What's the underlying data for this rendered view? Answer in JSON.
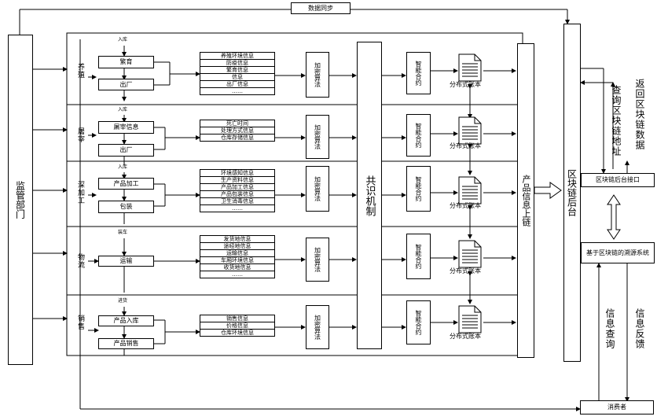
{
  "top": {
    "sync_label": "数据同步"
  },
  "left": {
    "regulator_label": "监管部门"
  },
  "stages": [
    {
      "label": "养殖",
      "flow_label": "入库",
      "steps": [
        "繁育",
        "出厂"
      ],
      "info": [
        "养殖环境信息",
        "防疫信息",
        "繁育信息",
        "信息",
        "出厂信息",
        "……"
      ]
    },
    {
      "label": "屠宰",
      "flow_label": "入库",
      "steps": [
        "屠宰信息",
        "出厂"
      ],
      "info": [
        "死亡时间",
        "处理方式信息",
        "仓库存储信息"
      ]
    },
    {
      "label": "深加工",
      "flow_label": "入库",
      "steps": [
        "产品加工",
        "包装"
      ],
      "info": [
        "环境感知信息",
        "生产资料信息",
        "产品加工信息",
        "产品包装信息",
        "卫生消毒信息",
        "……"
      ]
    },
    {
      "label": "物流",
      "flow_label": "装车",
      "steps": [
        "运输"
      ],
      "info": [
        "发货地信息",
        "途经地信息",
        "运输信息",
        "车厢环境信息",
        "收货地信息",
        "……"
      ]
    },
    {
      "label": "销售",
      "flow_label": "进货",
      "steps": [
        "产品入库",
        "产品销售"
      ],
      "info": [
        "销售信息",
        "价格信息",
        "仓库环境信息"
      ]
    }
  ],
  "encrypt_label": "加密算法",
  "consensus_label": "共识机制",
  "contract_label": "智能合约",
  "ledger_label": "分布式账本",
  "product_upload_label": "产品信息上链",
  "backend_label": "区块链后台",
  "query_addr_label": "查询区块链地址",
  "return_data_label": "返回区块链数据",
  "api_label": "区块链后台接口",
  "trace_system_label": "基于区块链的溯源系统",
  "info_query_label": "信息查询",
  "info_feedback_label": "信息反馈",
  "consumer_label": "消费者"
}
